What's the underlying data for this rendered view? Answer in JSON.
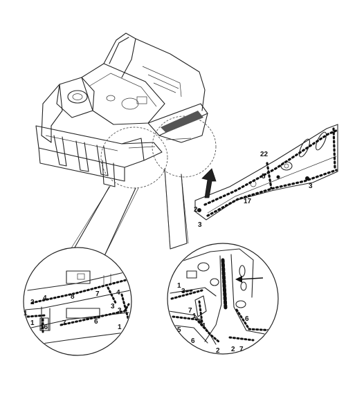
{
  "callouts": {
    "right_part": [
      {
        "id": "r22",
        "text": "22"
      },
      {
        "id": "r5",
        "text": "5"
      },
      {
        "id": "r3a",
        "text": "3"
      },
      {
        "id": "r17",
        "text": "17"
      },
      {
        "id": "r2",
        "text": "2"
      },
      {
        "id": "r3b",
        "text": "3"
      }
    ],
    "left_detail": [
      {
        "id": "l8",
        "text": "8"
      },
      {
        "id": "l4",
        "text": "4"
      },
      {
        "id": "l2",
        "text": "2"
      },
      {
        "id": "l7a",
        "text": "7"
      },
      {
        "id": "l4b",
        "text": "4"
      },
      {
        "id": "l3a",
        "text": "3"
      },
      {
        "id": "l3b",
        "text": "3"
      },
      {
        "id": "l1a",
        "text": "1"
      },
      {
        "id": "l1b",
        "text": "1"
      },
      {
        "id": "l16",
        "text": "16"
      },
      {
        "id": "l7b",
        "text": "7"
      },
      {
        "id": "l6",
        "text": "6"
      },
      {
        "id": "l1c",
        "text": "1"
      }
    ],
    "right_detail": [
      {
        "id": "d1a",
        "text": "1"
      },
      {
        "id": "d3",
        "text": "3"
      },
      {
        "id": "d7",
        "text": "7"
      },
      {
        "id": "d1b",
        "text": "1"
      },
      {
        "id": "d8",
        "text": "8"
      },
      {
        "id": "d1c",
        "text": "1"
      },
      {
        "id": "d6",
        "text": "6"
      },
      {
        "id": "d5",
        "text": "5"
      },
      {
        "id": "d6b",
        "text": "6"
      },
      {
        "id": "d2a",
        "text": "2"
      },
      {
        "id": "d2b",
        "text": "2"
      },
      {
        "id": "d7b",
        "text": "7"
      }
    ]
  }
}
